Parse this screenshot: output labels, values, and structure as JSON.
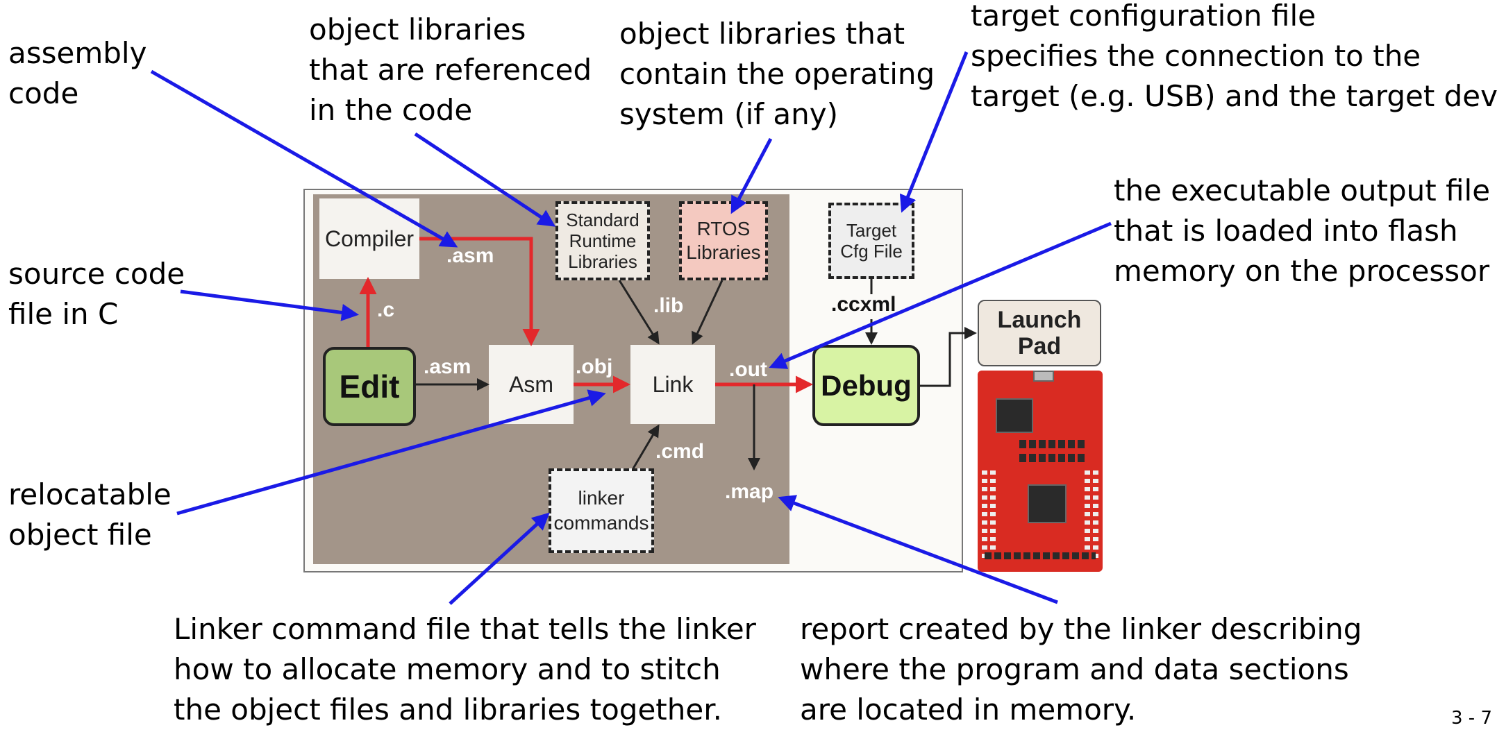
{
  "annotations": {
    "assembly_code": "assembly\ncode",
    "object_libraries_referenced": "object libraries\nthat are referenced\nin the code",
    "object_libraries_os": "object libraries that\ncontain the operating\nsystem (if any)",
    "target_config": "target configuration file\nspecifies the connection to the\ntarget (e.g. USB) and the target device",
    "source_code": "source code\nfile in C",
    "executable_output": "the executable output file\nthat is loaded into flash\nmemory on the processor",
    "relocatable_object": "relocatable\nobject file",
    "linker_command_file": "Linker command file that tells the linker\nhow to allocate memory and to stitch\nthe object files and libraries together.",
    "map_report": "report created by the linker describing\nwhere the program and data sections\nare located in memory.",
    "page_number": "3 - 7"
  },
  "blocks": {
    "compiler": "Compiler",
    "standard_runtime_libraries": "Standard\nRuntime\nLibraries",
    "rtos_libraries": "RTOS\nLibraries",
    "target_cfg_file": "Target\nCfg File",
    "edit": "Edit",
    "asm": "Asm",
    "link": "Link",
    "debug": "Debug",
    "linker_commands": "linker\ncommands",
    "launch_pad": "Launch\nPad"
  },
  "extensions": {
    "asm_top": ".asm",
    "c": ".c",
    "asm_mid": ".asm",
    "obj": ".obj",
    "lib": ".lib",
    "out": ".out",
    "ccxml": ".ccxml",
    "cmd": ".cmd",
    "map": ".map"
  },
  "colors": {
    "panel": "#a39589",
    "edit_debug_green": "#a8c87a",
    "debug_green": "#d8f3a4",
    "rtos_pink": "#f4c9c0",
    "flow_red": "#e3282b",
    "annotation_blue": "#1a1ae6",
    "board_red": "#d92b22"
  }
}
